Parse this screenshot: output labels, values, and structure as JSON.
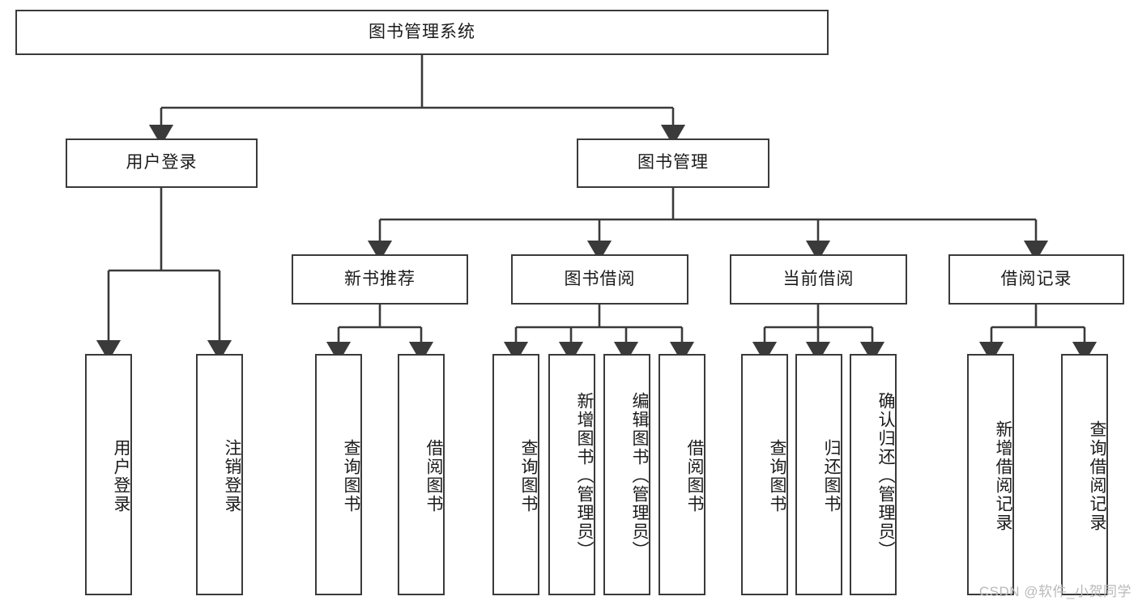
{
  "diagram": {
    "type": "tree-hierarchy",
    "title": "图书管理系统",
    "watermark": "CSDN @软件_小贺同学",
    "colors": {
      "stroke": "#3a3a3a",
      "fill": "#ffffff",
      "text": "#1b1b1b",
      "watermark": "#b9b9b9"
    },
    "root": {
      "label": "图书管理系统"
    },
    "level2": [
      {
        "label": "用户登录"
      },
      {
        "label": "图书管理"
      }
    ],
    "level3": [
      {
        "label": "新书推荐"
      },
      {
        "label": "图书借阅"
      },
      {
        "label": "当前借阅"
      },
      {
        "label": "借阅记录"
      }
    ],
    "leaves": {
      "user_login": [
        {
          "label": "用户登录"
        },
        {
          "label": "注销登录"
        }
      ],
      "new_book_recommend": [
        {
          "label": "查询图书"
        },
        {
          "label": "借阅图书"
        }
      ],
      "book_borrow": [
        {
          "label": "查询图书"
        },
        {
          "label": "新增图书（管理员）"
        },
        {
          "label": "编辑图书（管理员）"
        },
        {
          "label": "借阅图书"
        }
      ],
      "current_borrow": [
        {
          "label": "查询图书"
        },
        {
          "label": "归还图书"
        },
        {
          "label": "确认归还（管理员）"
        }
      ],
      "borrow_record": [
        {
          "label": "新增借阅记录"
        },
        {
          "label": "查询借阅记录"
        }
      ]
    }
  }
}
